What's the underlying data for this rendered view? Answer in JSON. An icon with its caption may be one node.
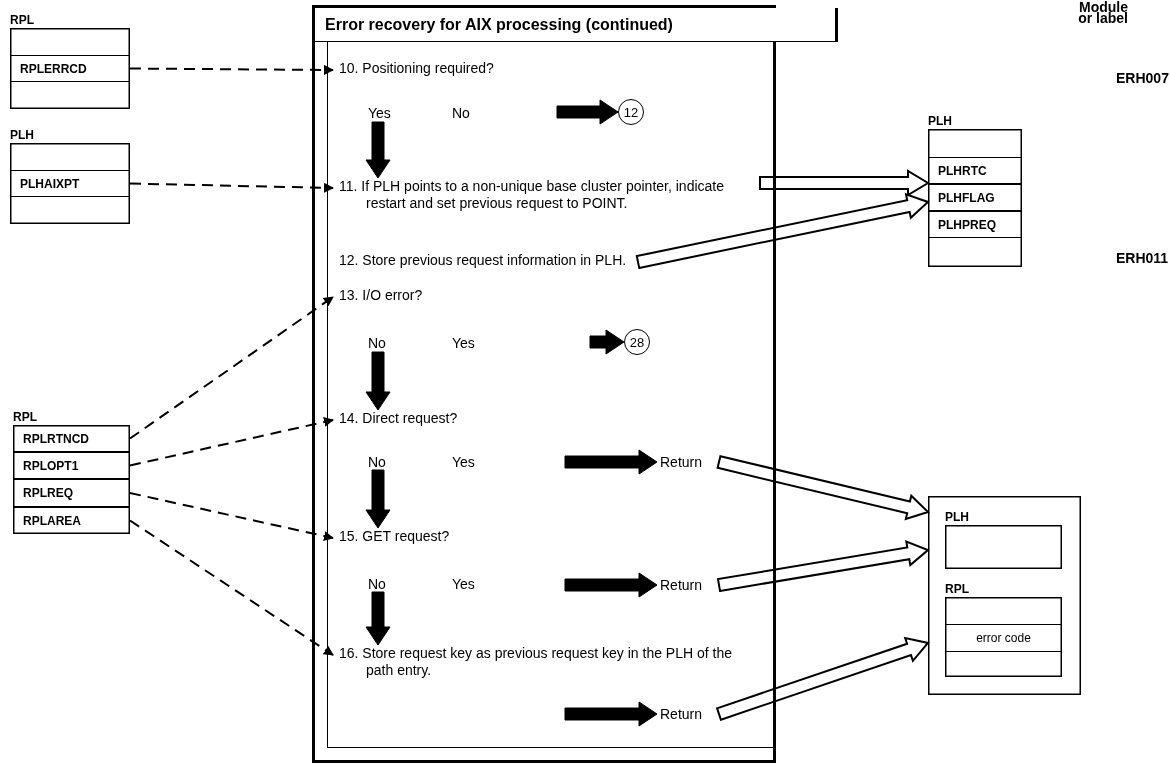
{
  "diagram": {
    "nodes": [
      {
        "text": [
          "RPL"
        ]
      },
      {
        "text": [
          "RPLERRCD"
        ],
        "in": 0
      },
      {
        "text": [
          "PLH"
        ]
      },
      {
        "text": [
          "PLHAIXPT"
        ],
        "in": 2
      },
      {
        "text": [
          "Error recovery for AIX processing (continued)"
        ]
      },
      {
        "text": [
          "10. Positioning required?"
        ],
        "in": 4
      },
      {
        "text": [
          "12"
        ],
        "in": 4
      },
      {
        "text": [
          "11. If PLH points to a non-unique base cluster pointer, indicate restart and set previous request to POINT."
        ],
        "in": 4
      },
      {
        "text": [
          "PLH"
        ]
      },
      {
        "text": [
          "PLHRTC"
        ],
        "in": 8
      },
      {
        "text": [
          "PLHFLAG"
        ],
        "in": 8
      },
      {
        "text": [
          "PLHPREQ"
        ],
        "in": 8
      },
      {
        "text": [
          "12. Store previous request information in PLH."
        ],
        "in": 4
      },
      {
        "text": [
          "13. I/O error?"
        ],
        "in": 4
      },
      {
        "text": [
          "28"
        ],
        "in": 4
      },
      {
        "text": [
          "RPL"
        ]
      },
      {
        "text": [
          "RPLRTNCD"
        ],
        "in": 15
      },
      {
        "text": [
          "RPLOPT1"
        ],
        "in": 15
      },
      {
        "text": [
          "RPLREQ"
        ],
        "in": 15
      },
      {
        "text": [
          "RPLAREA"
        ],
        "in": 15
      },
      {
        "text": [
          "14. Direct request?"
        ],
        "in": 4
      },
      {
        "text": [
          "Return"
        ],
        "in": 4
      },
      {
        "text": [],
        "shape": "box"
      },
      {
        "text": [
          "PLH"
        ],
        "in": 22
      },
      {
        "text": [
          "RPL"
        ],
        "in": 22
      },
      {
        "text": [
          "error code"
        ],
        "in": 24
      },
      {
        "text": [
          "15. GET request?"
        ],
        "in": 4
      },
      {
        "text": [
          "Return"
        ],
        "in": 4
      },
      {
        "text": [
          "16. Store request key as previous request key in the PLH of the path entry."
        ],
        "in": 4
      },
      {
        "text": [
          "Return"
        ],
        "in": 4
      }
    ],
    "edges": [
      {
        "from": 1,
        "to": 5,
        "arrow": "to",
        "style": "dashed"
      },
      {
        "from": 3,
        "to": 7,
        "arrow": "to",
        "style": "dashed"
      },
      {
        "from": null,
        "to": 6,
        "arrow": "to",
        "style": "thick"
      },
      {
        "from": 5,
        "to": 7,
        "arrow": "to",
        "style": "thick"
      },
      {
        "from": 7,
        "to": 8,
        "arrow": "to"
      },
      {
        "from": 12,
        "to": 8,
        "arrow": "to"
      },
      {
        "from": 16,
        "to": 13,
        "arrow": "to",
        "style": "dashed"
      },
      {
        "from": null,
        "to": 14,
        "arrow": "to",
        "style": "thick"
      },
      {
        "from": 13,
        "to": 20,
        "arrow": "to",
        "style": "thick"
      },
      {
        "from": 17,
        "to": 20,
        "arrow": "to",
        "style": "dashed"
      },
      {
        "from": null,
        "to": 21,
        "arrow": "to",
        "style": "thick"
      },
      {
        "from": 21,
        "to": 22,
        "arrow": "to"
      },
      {
        "from": 20,
        "to": 26,
        "arrow": "to",
        "style": "thick"
      },
      {
        "from": 18,
        "to": 26,
        "arrow": "to",
        "style": "dashed"
      },
      {
        "from": null,
        "to": 27,
        "arrow": "to",
        "style": "thick"
      },
      {
        "from": 27,
        "to": 22,
        "arrow": "to"
      },
      {
        "from": 26,
        "to": 28,
        "arrow": "to",
        "style": "thick"
      },
      {
        "from": 19,
        "to": 28,
        "arrow": "to",
        "style": "dashed"
      },
      {
        "from": null,
        "to": 29,
        "arrow": "to",
        "style": "thick"
      },
      {
        "from": 29,
        "to": 22,
        "arrow": "to"
      }
    ],
    "labels": [
      "Module or label",
      "ERH007",
      "Yes",
      "No",
      "ERH011",
      "No",
      "Yes",
      "No",
      "Yes",
      "No",
      "Yes"
    ]
  }
}
